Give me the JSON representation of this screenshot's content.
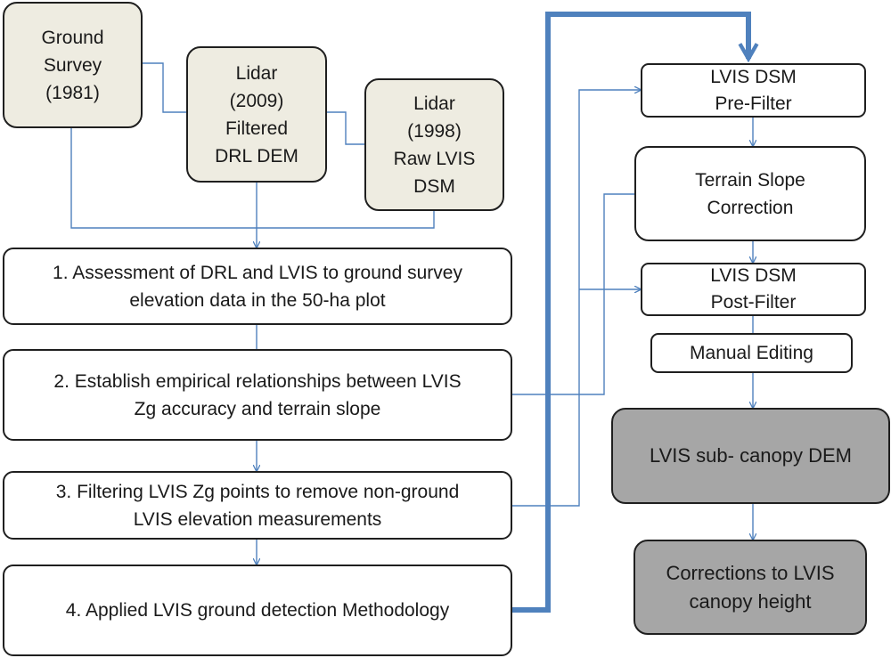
{
  "sources": {
    "ground_survey": "Ground\nSurvey\n(1981)",
    "lidar_2009": "Lidar\n(2009)\nFiltered\nDRL DEM",
    "lidar_1998": "Lidar\n(1998)\nRaw LVIS\nDSM"
  },
  "steps": {
    "step1": "1. Assessment of DRL and LVIS to ground survey\nelevation data in the 50-ha plot",
    "step2": "2. Establish empirical relationships between LVIS\nZg accuracy and terrain slope",
    "step3": "3.  Filtering LVIS Zg points to remove non-ground\nLVIS elevation measurements",
    "step4": "4. Applied LVIS ground detection Methodology"
  },
  "processing": {
    "pre_filter": "LVIS DSM\nPre-Filter",
    "slope_correction": "Terrain Slope\nCorrection",
    "post_filter": "LVIS DSM\nPost-Filter",
    "manual_editing": "Manual Editing"
  },
  "outputs": {
    "sub_canopy_dem": "LVIS sub- canopy DEM",
    "canopy_height": "Corrections to LVIS\ncanopy height"
  },
  "colors": {
    "source_fill": "#eeece1",
    "output_fill": "#a6a6a6",
    "connector": "#4f81bd"
  }
}
